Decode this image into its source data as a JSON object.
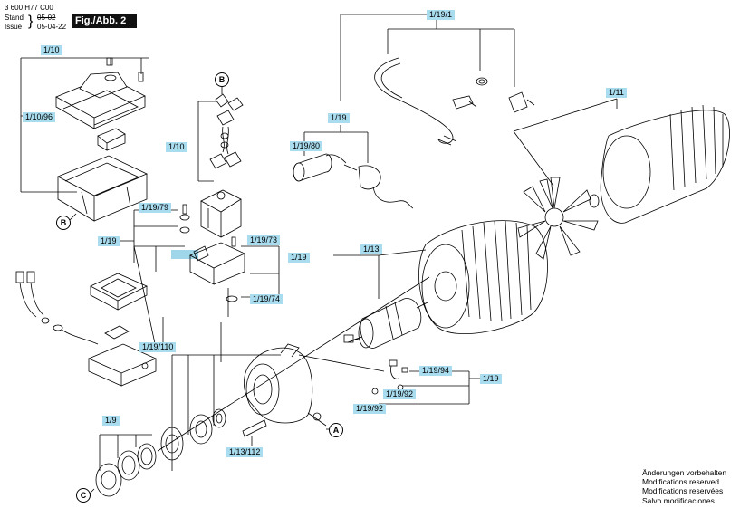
{
  "header": {
    "doc_number": "3 600 H77 C00",
    "stand_label": "Stand",
    "issue_label": "Issue",
    "old_date": "05-02",
    "new_date": "05-04-22",
    "figure_label": "Fig./Abb. 2"
  },
  "labels": {
    "l_1_10_top": "1/10",
    "l_1_10_96": "1/10/96",
    "l_1_10_mid": "1/10",
    "l_1_19_79": "1/19/79",
    "l_1_19_left": "1/19",
    "l_1_19_73": "1/19/73",
    "l_1_19_right": "1/19",
    "l_1_19_74": "1/19/74",
    "l_1_19_110": "1/19/110",
    "l_1_19_1": "1/19/1",
    "l_1_19_cap": "1/19",
    "l_1_19_80": "1/19/80",
    "l_1_11": "1/11",
    "l_1_13": "1/13",
    "l_1_19_94": "1/19/94",
    "l_1_19_92a": "1/19/92",
    "l_1_19_92b": "1/19/92",
    "l_1_19_brush": "1/19",
    "l_1_13_112": "1/13/112",
    "l_1_9": "1/9"
  },
  "refs": {
    "ref_b_top": "B",
    "ref_b_left": "B",
    "ref_a": "A",
    "ref_c": "C"
  },
  "notes": {
    "de": "Änderungen vorbehalten",
    "en": "Modifications reserved",
    "fr": "Modifications reservées",
    "es": "Salvo modificaciones"
  },
  "colors": {
    "label_bg": "#a9dcee",
    "highlight": "#9fd6ea"
  }
}
